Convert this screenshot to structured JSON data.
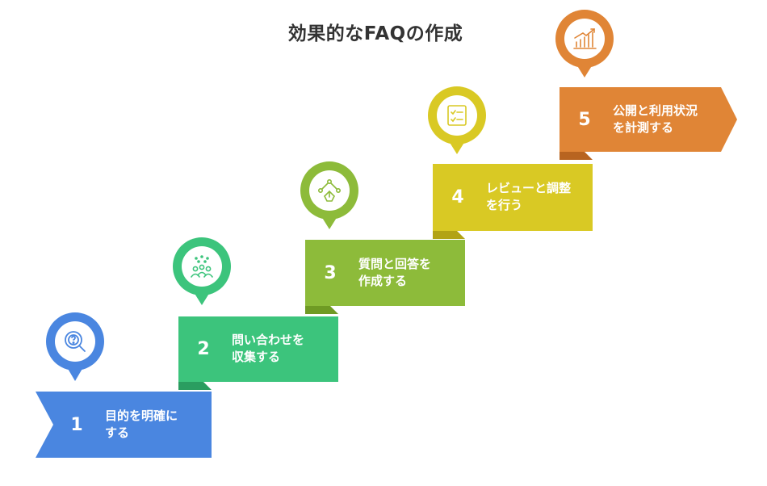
{
  "title": "効果的なFAQの作成",
  "steps": [
    {
      "number": "1",
      "line1": "目的を明確に",
      "line2": "する",
      "color": "#4a86e0",
      "icon": "question-magnifier-icon"
    },
    {
      "number": "2",
      "line1": "問い合わせを",
      "line2": "収集する",
      "color": "#3cc47c",
      "icon": "people-group-icon"
    },
    {
      "number": "3",
      "line1": "質問と回答を",
      "line2": "作成する",
      "color": "#8dbb3a",
      "icon": "pen-tool-icon"
    },
    {
      "number": "4",
      "line1": "レビューと調整",
      "line2": "を行う",
      "color": "#d9c924",
      "icon": "checklist-icon"
    },
    {
      "number": "5",
      "line1": "公開と利用状況",
      "line2": "を計測する",
      "color": "#e08536",
      "icon": "growth-chart-icon"
    }
  ]
}
